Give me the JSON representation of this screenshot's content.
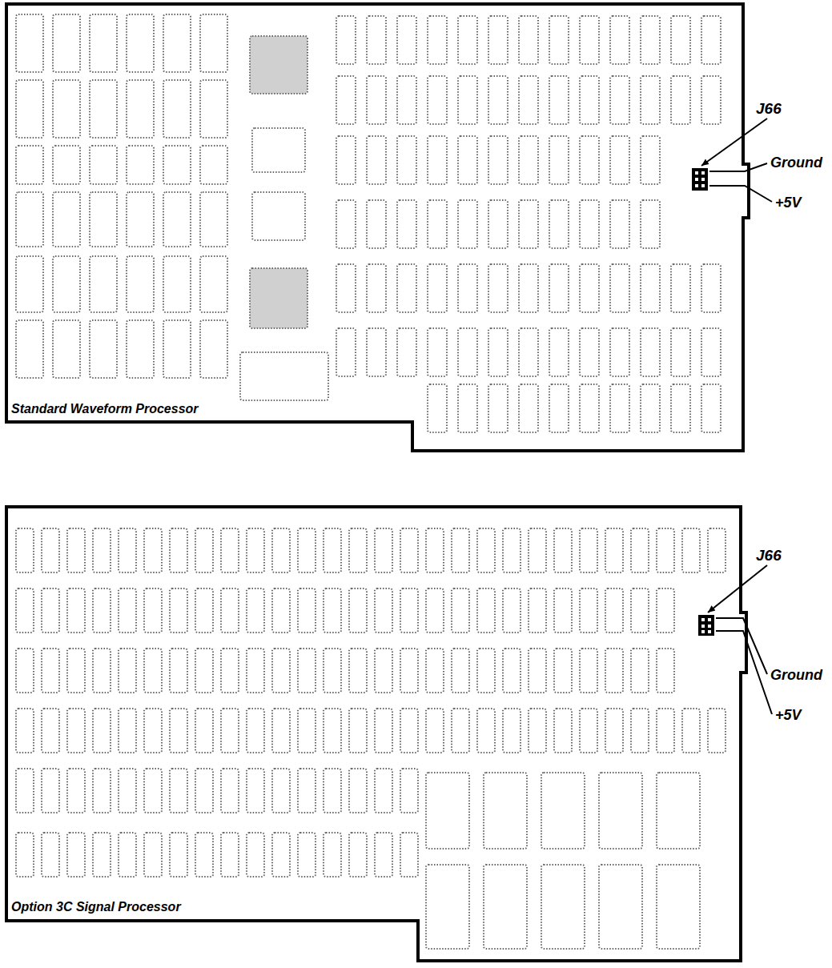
{
  "diagram": {
    "labels": [
      "J66",
      "Ground",
      "+5V",
      "Standard Waveform Processor",
      "J66",
      "Ground",
      "+5V",
      "Option 3C Signal Processor"
    ]
  }
}
